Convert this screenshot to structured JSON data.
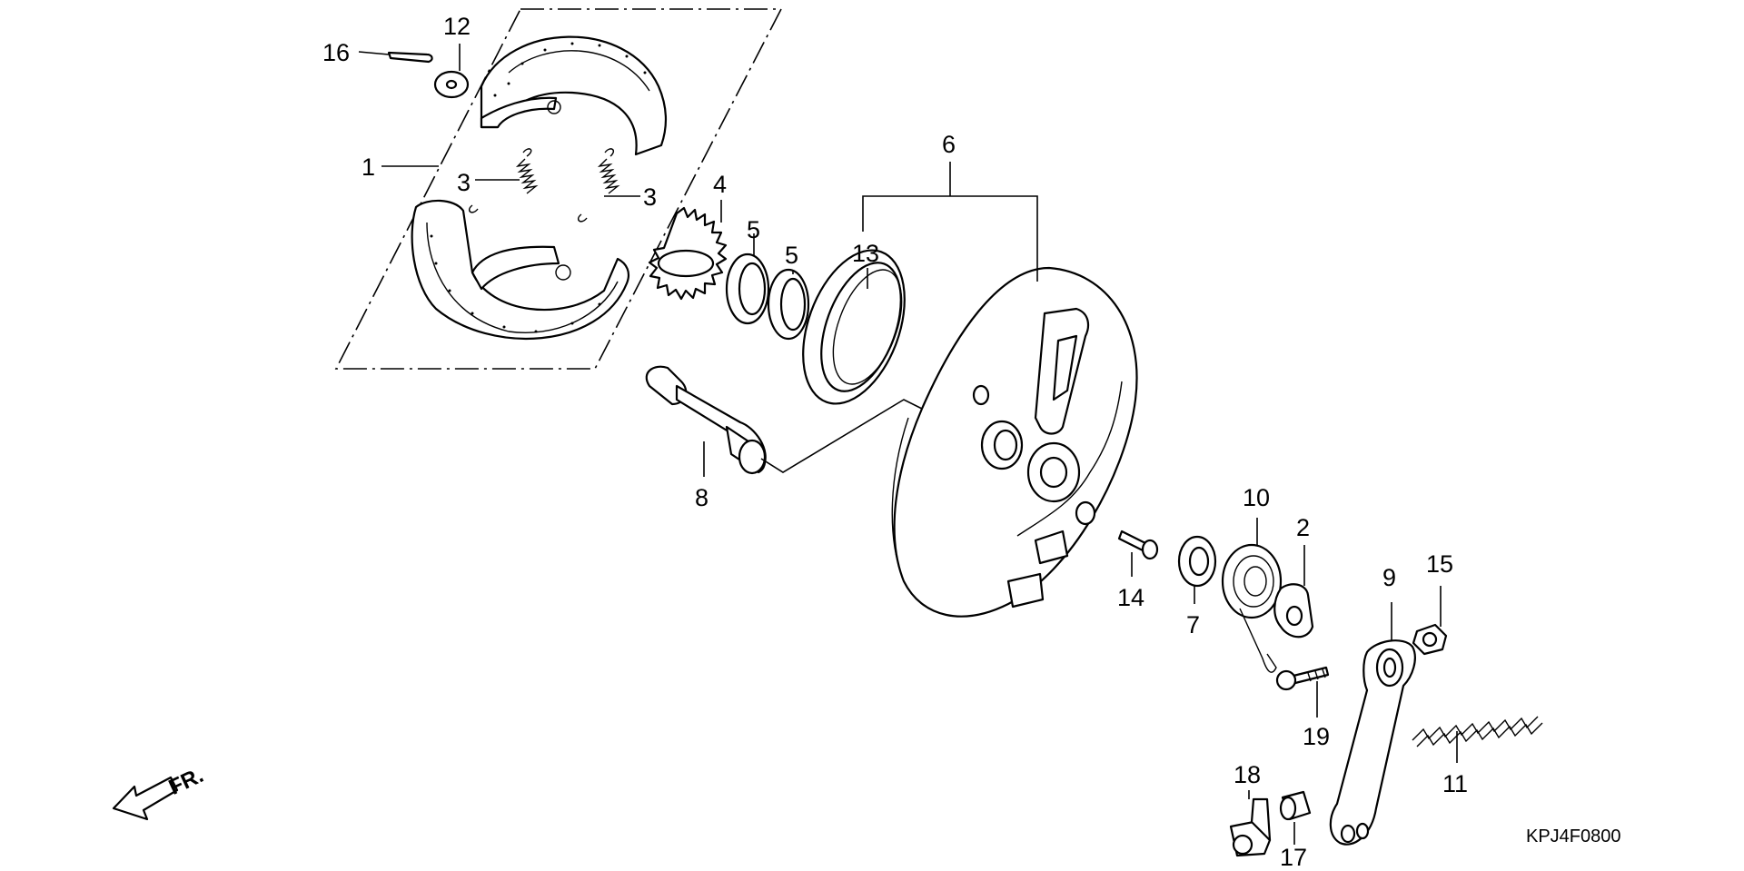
{
  "diagram": {
    "code": "KPJ4F0800",
    "direction_label": "FR.",
    "callouts": [
      {
        "id": "1",
        "label": "1"
      },
      {
        "id": "2",
        "label": "2"
      },
      {
        "id": "3a",
        "label": "3"
      },
      {
        "id": "3b",
        "label": "3"
      },
      {
        "id": "4",
        "label": "4"
      },
      {
        "id": "5a",
        "label": "5"
      },
      {
        "id": "5b",
        "label": "5"
      },
      {
        "id": "6",
        "label": "6"
      },
      {
        "id": "7",
        "label": "7"
      },
      {
        "id": "8",
        "label": "8"
      },
      {
        "id": "9",
        "label": "9"
      },
      {
        "id": "10",
        "label": "10"
      },
      {
        "id": "11",
        "label": "11"
      },
      {
        "id": "12",
        "label": "12"
      },
      {
        "id": "13",
        "label": "13"
      },
      {
        "id": "14",
        "label": "14"
      },
      {
        "id": "15",
        "label": "15"
      },
      {
        "id": "16",
        "label": "16"
      },
      {
        "id": "17",
        "label": "17"
      },
      {
        "id": "18",
        "label": "18"
      },
      {
        "id": "19",
        "label": "19"
      }
    ]
  }
}
